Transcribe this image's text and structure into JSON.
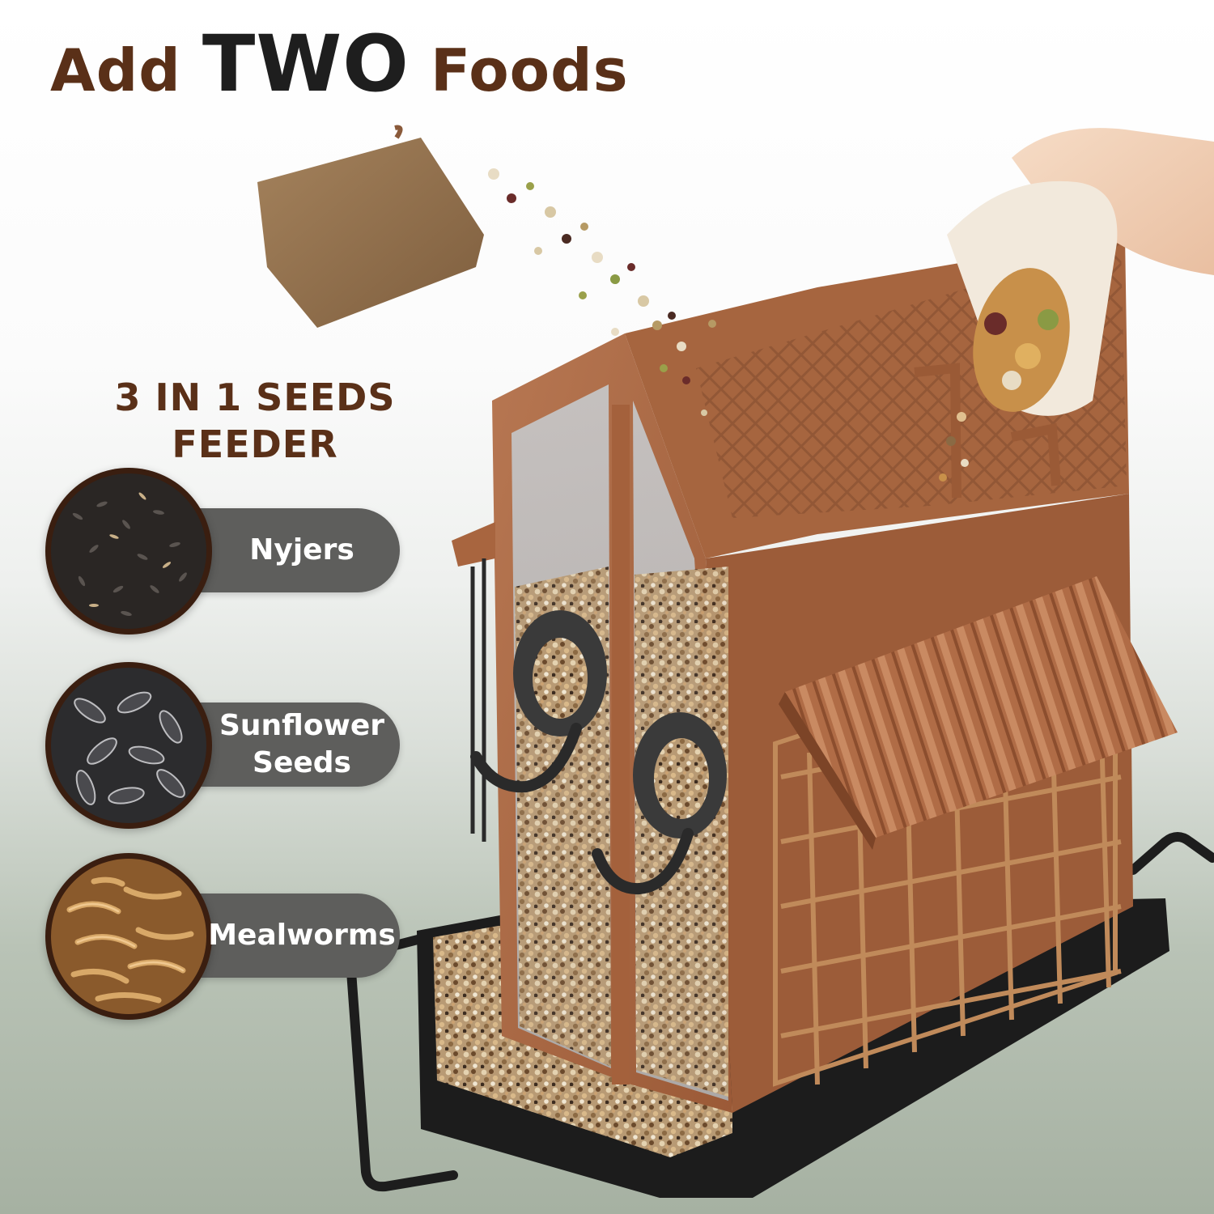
{
  "headline": {
    "prefix": "Add",
    "emphasis": "TWO",
    "suffix": "Foods"
  },
  "subheading": {
    "line1": "3 IN 1 SEEDS",
    "line2": "FEEDER"
  },
  "foods": [
    {
      "label": "Nyjers",
      "icon": "nyjer-seeds-photo"
    },
    {
      "label": "Sunflower\nSeeds",
      "icon": "sunflower-seeds-photo"
    },
    {
      "label": "Mealworms",
      "icon": "mealworms-photo"
    }
  ],
  "colors": {
    "headline_brown": "#5a3018",
    "headline_emphasis": "#1e1e1e",
    "pill_gray": "#5e5e5c",
    "feeder_copper": "#a7643f",
    "tray_black": "#1c1c1c"
  }
}
